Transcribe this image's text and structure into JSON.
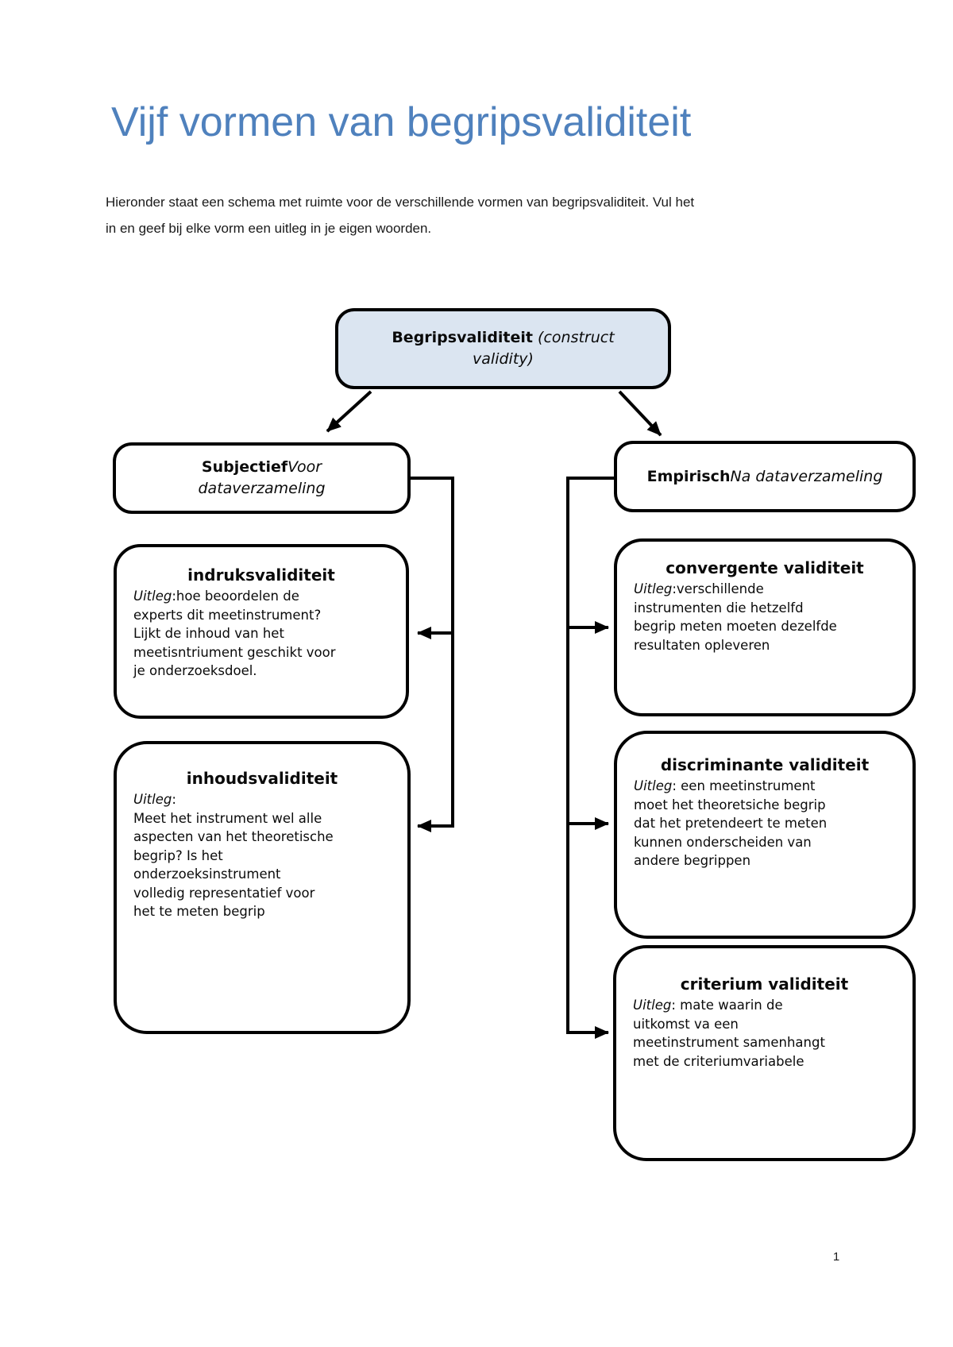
{
  "page": {
    "title": "Vijf vormen van begripsvaliditeit",
    "intro": "Hieronder staat een schema met ruimte voor de verschillende vormen van begripsvaliditeit. Vul het\nin en geef bij elke vorm een uitleg in je eigen woorden.",
    "page_number": "1"
  },
  "colors": {
    "title_blue": "#4f81bd",
    "root_box_fill": "#dbe5f1",
    "line_black": "#000000"
  },
  "diagram": {
    "root": {
      "bold": "Begripsvaliditeit",
      "italic": " (construct\nvalidity)"
    },
    "subjectief": {
      "bold": "Subjectief",
      "italic": "Voor\ndataverzameling"
    },
    "empirisch": {
      "bold": "Empirisch",
      "italic": "Na dataverzameling"
    },
    "left_boxes": [
      {
        "title": "indruksvaliditeit",
        "uitleg_label": "Uitleg",
        "text": ":hoe beoordelen de\nexperts dit meetinstrument?\nLijkt de inhoud van het\nmeetisntriument geschikt voor\nje onderzoeksdoel."
      },
      {
        "title": "inhoudsvaliditeit",
        "uitleg_label": "Uitleg",
        "text": ":",
        "text2": "Meet het instrument wel alle\naspecten van het theoretische\nbegrip? Is het\nonderzoeksinstrument\nvolledig representatief voor\nhet te meten begrip"
      }
    ],
    "right_boxes": [
      {
        "title": "convergente validiteit",
        "uitleg_label": "Uitleg",
        "text": ":verschillende\ninstrumenten die hetzelfd\nbegrip meten moeten dezelfde\nresultaten opleveren"
      },
      {
        "title": "discriminante validiteit",
        "uitleg_label": "Uitleg",
        "text": ": een meetinstrument\nmoet het theoretsiche begrip\ndat het pretendeert te meten\nkunnen onderscheiden van\nandere begrippen"
      },
      {
        "title": "criterium validiteit",
        "uitleg_label": "Uitleg",
        "text": ": mate waarin de\nuitkomst va een\nmeetinstrument samenhangt\nmet de criteriumvariabele"
      }
    ]
  }
}
